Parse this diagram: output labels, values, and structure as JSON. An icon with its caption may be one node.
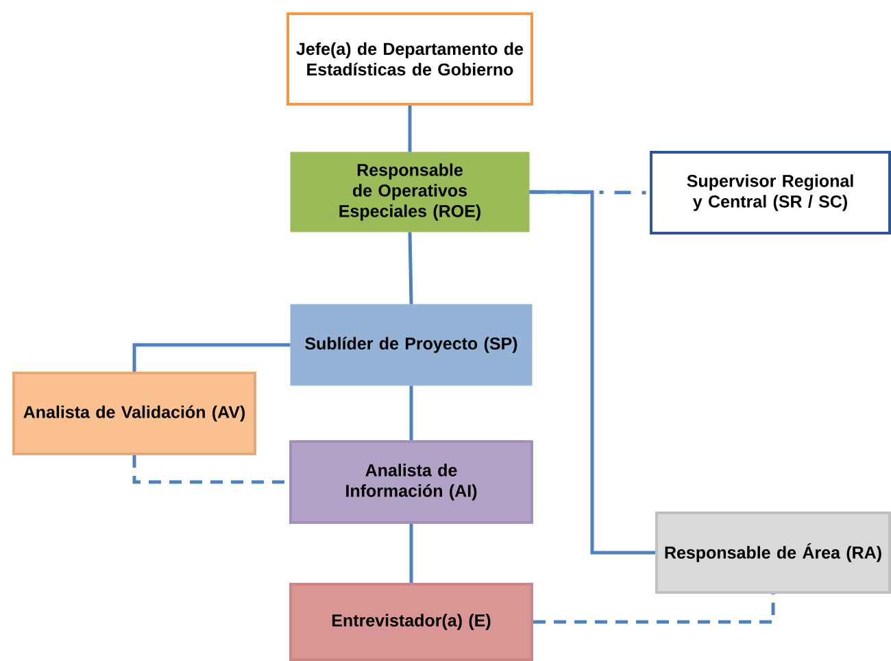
{
  "diagram": {
    "nodes": [
      {
        "text": [
          "Jefe(a) de Departamento de Estadísticas de Gobierno"
        ]
      },
      {
        "text": [
          "Responsable de Operativos Especiales (ROE)"
        ]
      },
      {
        "text": [
          "Supervisor Regional y Central (SR / SC)"
        ]
      },
      {
        "text": [
          "Sublíder de Proyecto (SP)"
        ]
      },
      {
        "text": [
          "Analista de Validación (AV)"
        ]
      },
      {
        "text": [
          "Analista de Información (AI)"
        ]
      },
      {
        "text": [
          "Responsable de Área (RA)"
        ]
      },
      {
        "text": [
          "Entrevistador(a) (E)"
        ]
      }
    ],
    "edges": [
      {
        "from": 0,
        "to": 1,
        "arrow": "none"
      },
      {
        "from": 1,
        "to": 2,
        "arrow": "none",
        "style": "dashed"
      },
      {
        "from": 1,
        "to": 3,
        "arrow": "none"
      },
      {
        "from": 1,
        "to": 6,
        "arrow": "none"
      },
      {
        "from": 3,
        "to": 4,
        "arrow": "none"
      },
      {
        "from": 3,
        "to": 5,
        "arrow": "none"
      },
      {
        "from": 4,
        "to": 5,
        "arrow": "none",
        "style": "dashed"
      },
      {
        "from": 5,
        "to": 7,
        "arrow": "none"
      },
      {
        "from": 7,
        "to": 6,
        "arrow": "none",
        "style": "dashed"
      }
    ]
  }
}
